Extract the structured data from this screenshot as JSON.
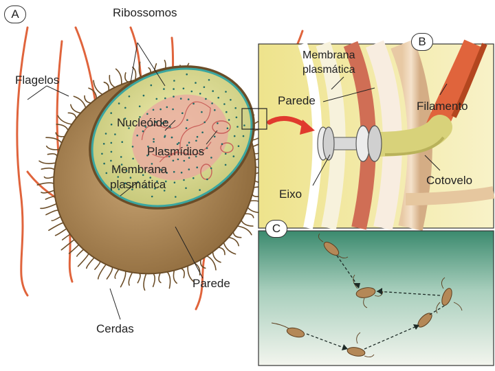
{
  "panels": {
    "a": "A",
    "b": "B",
    "c": "C"
  },
  "panel_a_labels": {
    "ribossomos": "Ribossomos",
    "flagelos": "Flagelos",
    "nucleoide": "Nucleóide",
    "plasmidios": "Plasmídios",
    "membrana_1": "Membrana",
    "membrana_2": "plasmática",
    "parede": "Parede",
    "cerdas": "Cerdas"
  },
  "panel_b_labels": {
    "membrana_1": "Membrana",
    "membrana_2": "plasmática",
    "parede": "Parede",
    "filamento": "Filamento",
    "cotovelo": "Cotovelo",
    "eixo": "Eixo"
  },
  "colors": {
    "cell_body": "#a9834f",
    "cytoplasm": "#d8d58a",
    "membrane": "#3aa6a0",
    "nucleoid": "#e9a7a0",
    "flagellum": "#e0643c",
    "panel_c_bg_top": "#3b8a6e",
    "panel_c_bg_bottom": "#f3f5ee"
  }
}
